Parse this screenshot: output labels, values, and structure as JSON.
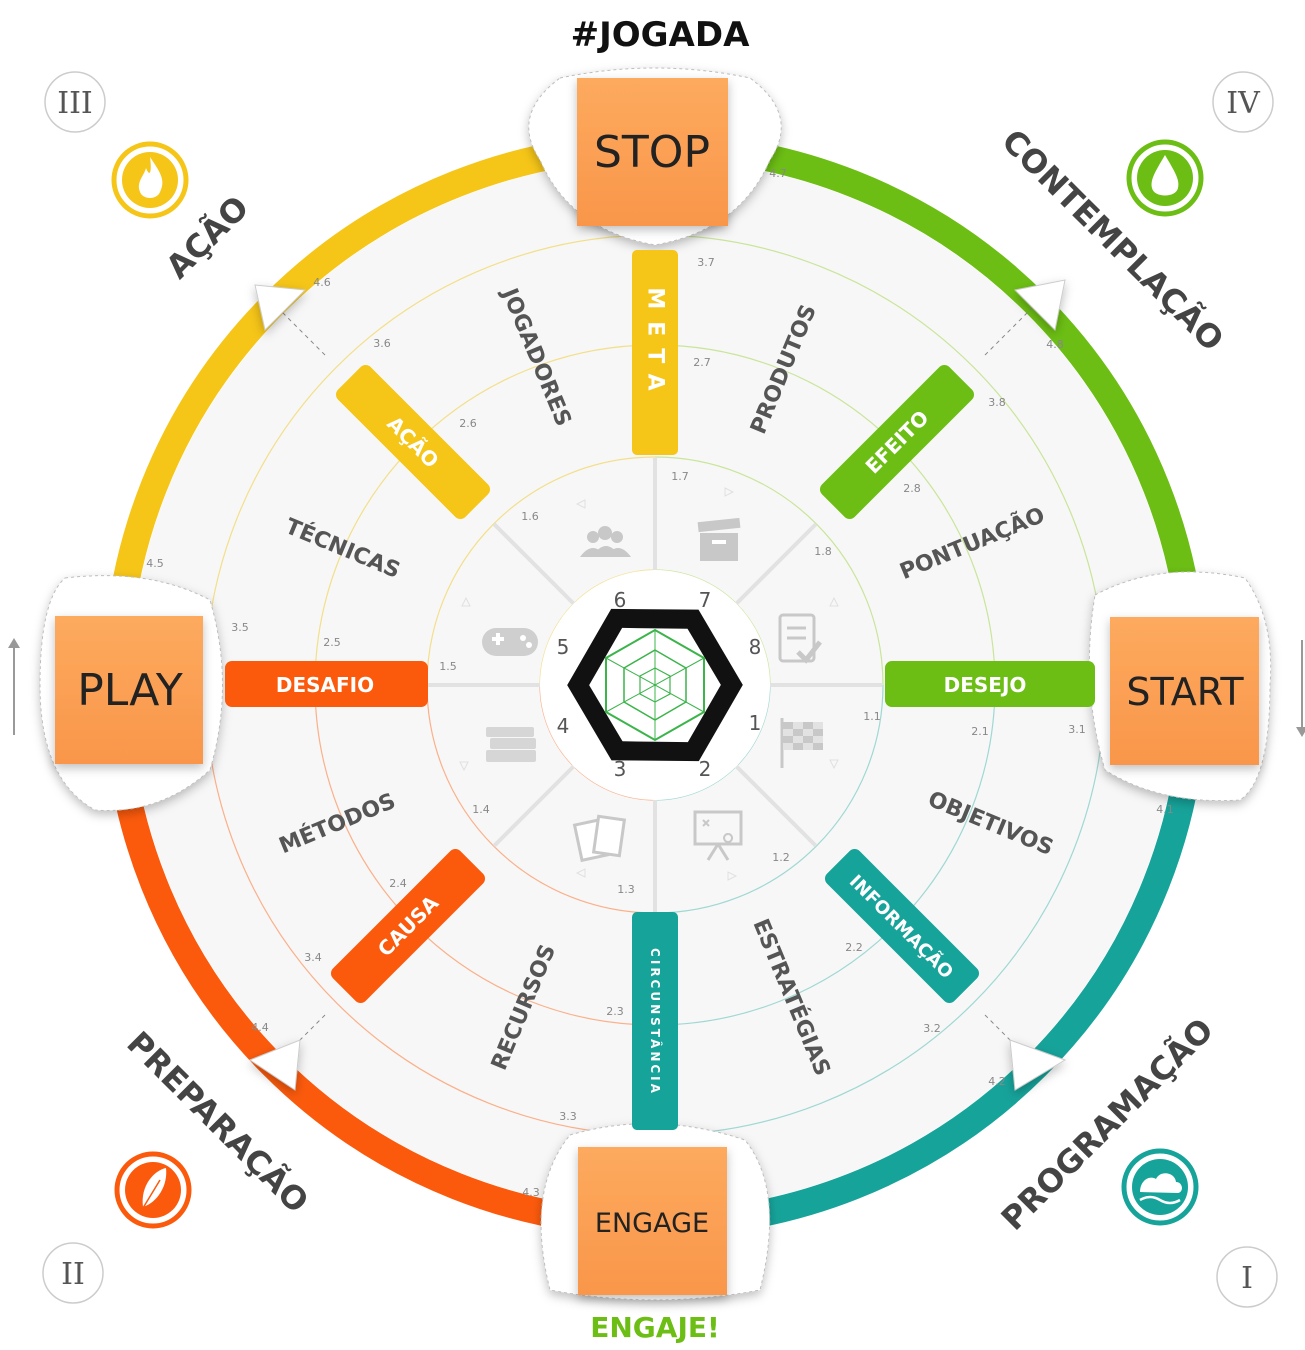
{
  "brand": {
    "title": "#JOGADA",
    "footer": "ENGAJE!"
  },
  "colors": {
    "yellow": "#f5c518",
    "green": "#6cbe14",
    "teal": "#16a39a",
    "orange": "#fb5a0c",
    "note": "#fba155",
    "dark": "#111111",
    "grey": "#555555"
  },
  "roman": {
    "top_left": "III",
    "top_right": "IV",
    "bottom_left": "II",
    "bottom_right": "I"
  },
  "phases": {
    "acao": "AÇÃO",
    "contemplacao": "CONTEMPLAÇÃO",
    "preparacao": "PREPARAÇÃO",
    "programacao": "PROGRAMAÇÃO"
  },
  "phase_icons": {
    "acao": "fire-icon",
    "contemplacao": "water-drop-icon",
    "preparacao": "leaf-icon",
    "programacao": "cloud-wave-icon"
  },
  "notes": {
    "stop": "STOP",
    "start": "START",
    "play": "PLAY",
    "engage": "ENGAGE"
  },
  "bars": {
    "meta": "META",
    "efeito": "EFEITO",
    "desejo": "DESEJO",
    "informacao": "INFORMAÇÃO",
    "circunstancia": "CIRCUNSTÂNCIA",
    "causa": "CAUSA",
    "desafio": "DESAFIO",
    "acao": "AÇÃO"
  },
  "sectors": {
    "jogadores": "JOGADORES",
    "produtos": "PRODUTOS",
    "pontuacao": "PONTUAÇÃO",
    "objetivos": "OBJETIVOS",
    "estrategias": "ESTRATÉGIAS",
    "recursos": "RECURSOS",
    "metodos": "MÉTODOS",
    "tecnicas": "TÉCNICAS"
  },
  "center_numbers": [
    "1",
    "2",
    "3",
    "4",
    "5",
    "6",
    "7",
    "8"
  ],
  "center_icons": [
    "checkered-flag-icon",
    "strategy-board-icon",
    "playing-cards-icon",
    "books-icon",
    "gamepad-icon",
    "players-group-icon",
    "product-box-icon",
    "clipboard-check-icon"
  ],
  "level1": [
    "1.1",
    "1.2",
    "1.3",
    "1.4",
    "1.5",
    "1.6",
    "1.7",
    "1.8"
  ],
  "level2": [
    "2.1",
    "2.2",
    "2.3",
    "2.4",
    "2.5",
    "2.6",
    "2.7",
    "2.8"
  ],
  "level3": [
    "3.1",
    "3.2",
    "3.3",
    "3.4",
    "3.5",
    "3.6",
    "3.7",
    "3.8"
  ],
  "level4": [
    "4.1",
    "4.2",
    "4.3",
    "4.4",
    "4.5",
    "4.6",
    "4.7",
    "4.8"
  ]
}
